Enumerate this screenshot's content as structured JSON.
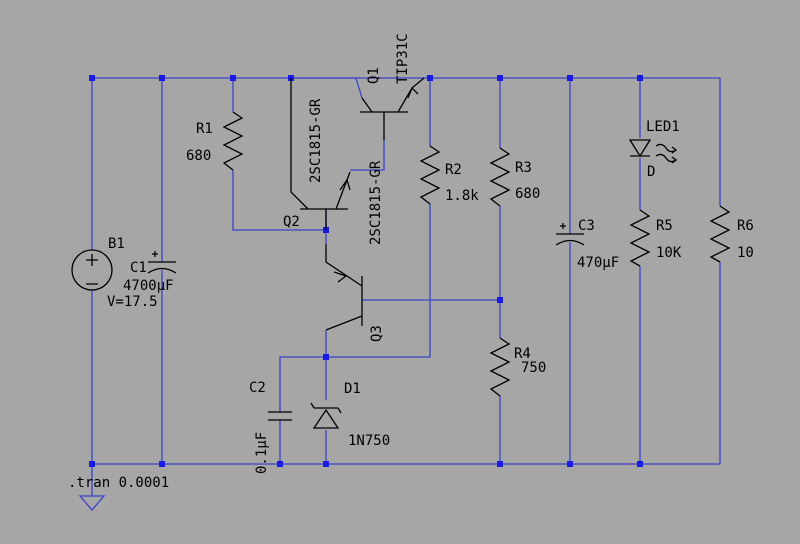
{
  "labels": {
    "b1": "B1",
    "c1": "C1",
    "c1_value": "4700µF",
    "b1_voltage": "V=17.5",
    "r1": "R1",
    "r1_value": "680",
    "q1": "Q1",
    "q1_part": "TIP31C",
    "q2": "Q2",
    "q2_part": "2SC1815-GR",
    "q3": "Q3",
    "q3_part": "2SC1815-GR",
    "r2": "R2",
    "r2_value": "1.8k",
    "r3": "R3",
    "r3_value": "680",
    "r4": "R4",
    "r4_value": "750",
    "c2": "C2",
    "c2_value": "0.1µF",
    "d1": "D1",
    "d1_part": "1N750",
    "c3": "C3",
    "c3_value": "470µF",
    "led1": "LED1",
    "led1_part": "D",
    "r5": "R5",
    "r5_value": "10K",
    "r6": "R6",
    "r6_value": "10",
    "directive": ".tran 0.0001"
  },
  "colors": {
    "background": "#a6a6a6",
    "wire": "#3b44c9",
    "junction": "#1a1ae6",
    "component": "#000000"
  }
}
